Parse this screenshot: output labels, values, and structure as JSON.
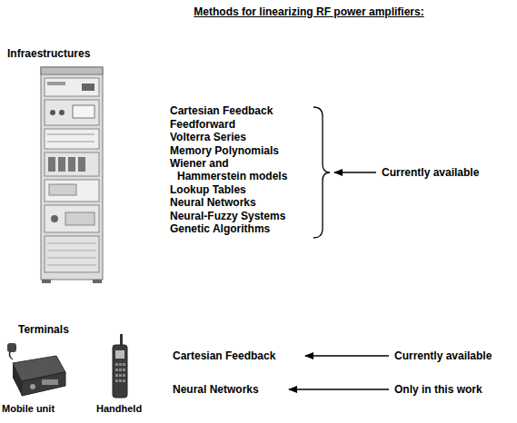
{
  "diagram": {
    "title": "Methods for linearizing RF power amplifiers:",
    "labels": [
      "Infraestructures",
      "Cartesian Feedback",
      "Feedforward",
      "Volterra Series",
      "Memory Polynomials",
      "Wiener and Hammerstein models",
      "Lookup Tables",
      "Neural Networks",
      "Neural-Fuzzy Systems",
      "Genetic Algorithms",
      "Currently available",
      "Terminals",
      "Mobile unit",
      "Handheld",
      "Cartesian Feedback",
      "Currently available",
      "Neural Networks",
      "Only in this work"
    ]
  }
}
